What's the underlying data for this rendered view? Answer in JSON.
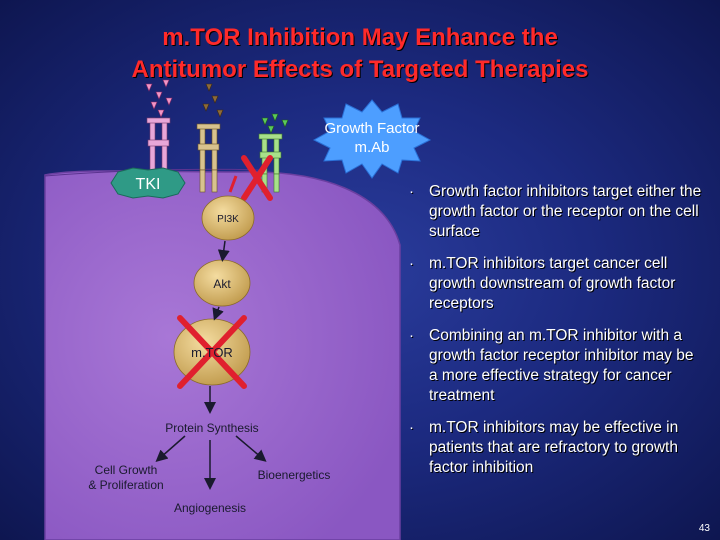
{
  "title": {
    "line1": "m.TOR Inhibition May Enhance the",
    "line2": "Antitumor Effects of Targeted Therapies"
  },
  "diagram": {
    "growth_factor_mab": [
      "Growth Factor",
      "m.Ab"
    ],
    "tki": "TKI",
    "pi3k": "PI3K",
    "akt": "Akt",
    "mtor": "m.TOR",
    "protein_synthesis": "Protein Synthesis",
    "cell_growth": [
      "Cell Growth",
      "& Proliferation"
    ],
    "bioenergetics": "Bioenergetics",
    "angiogenesis": "Angiogenesis",
    "colors": {
      "cell": "#9966cc",
      "starburst": "#4d9eff",
      "tki_badge": "#2f9a86",
      "inhibit_x": "#e0202e",
      "node_fill": "#d8b868",
      "arrow": "#1a1a2e"
    }
  },
  "bullets": [
    "Growth factor inhibitors target either the growth factor or the receptor on the cell surface",
    "m.TOR inhibitors target cancer cell growth downstream of growth factor receptors",
    "Combining an m.TOR inhibitor with a growth factor receptor inhibitor may be a more effective strategy for cancer treatment",
    "m.TOR inhibitors may be effective in patients that are refractory to growth factor inhibition"
  ],
  "bullet_symbol": "·",
  "page_number": "43"
}
